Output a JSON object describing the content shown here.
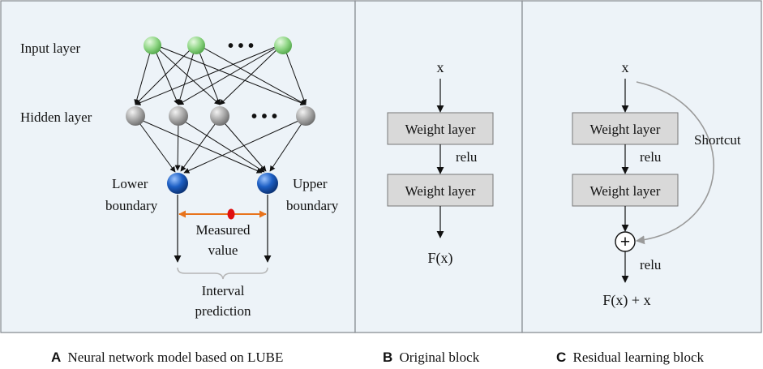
{
  "panel_a": {
    "input_layer_label": "Input layer",
    "hidden_layer_label": "Hidden layer",
    "input_ellipsis": "• • •",
    "hidden_ellipsis": "• • •",
    "lower_boundary_line1": "Lower",
    "lower_boundary_line2": "boundary",
    "upper_boundary_line1": "Upper",
    "upper_boundary_line2": "boundary",
    "measured_line1": "Measured",
    "measured_line2": "value",
    "interval_line1": "Interval",
    "interval_line2": "prediction",
    "caption_letter": "A",
    "caption_text": "Neural network model based on LUBE"
  },
  "panel_b": {
    "input_label": "x",
    "weight_layer_1": "Weight layer",
    "activation_label": "relu",
    "weight_layer_2": "Weight layer",
    "output_label": "F(x)",
    "caption_letter": "B",
    "caption_text": "Original block"
  },
  "panel_c": {
    "input_label": "x",
    "weight_layer_1": "Weight layer",
    "activation_label_1": "relu",
    "weight_layer_2": "Weight layer",
    "shortcut_label": "Shortcut",
    "add_symbol": "+",
    "activation_label_2": "relu",
    "output_label": "F(x) + x",
    "caption_letter": "C",
    "caption_text": "Residual learning block"
  },
  "colors": {
    "panel_background": "#edf3f8",
    "input_node": "#7fcf74",
    "hidden_node": "#9a9a9a",
    "output_node": "#1557b8",
    "interval_arrow": "#e8731c",
    "measured_dot": "#e01010",
    "weight_box": "#d9d9d9"
  }
}
